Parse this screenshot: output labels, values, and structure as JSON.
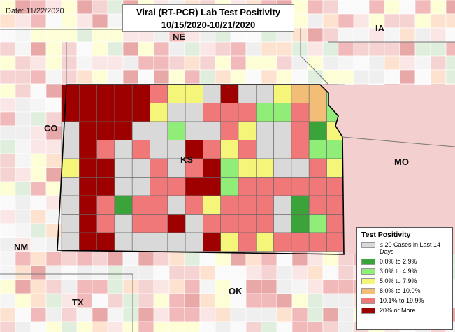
{
  "header": {
    "date": "Date: 11/22/2020",
    "title_line1": "Viral (RT-PCR) Lab Test Positivity",
    "title_line2": "10/15/2020-10/21/2020"
  },
  "state_labels": [
    {
      "id": "ne",
      "text": "NE"
    },
    {
      "id": "ia",
      "text": "IA"
    },
    {
      "id": "co",
      "text": "CO"
    },
    {
      "id": "ks",
      "text": "KS"
    },
    {
      "id": "mo",
      "text": "MO"
    },
    {
      "id": "nm",
      "text": "NM"
    },
    {
      "id": "ok",
      "text": "OK"
    },
    {
      "id": "tx",
      "text": "TX"
    }
  ],
  "legend": {
    "title": "Test Positivity",
    "items": [
      {
        "label": "≤ 20 Cases in Last 14 Days",
        "color": "#d9d9d9"
      },
      {
        "label": "0.0% to 2.9%",
        "color": "#3aa33a"
      },
      {
        "label": "3.0% to 4.9%",
        "color": "#90ee78"
      },
      {
        "label": "5.0% to 7.9%",
        "color": "#f5f57a"
      },
      {
        "label": "8.0% to 10.0%",
        "color": "#f2bd76"
      },
      {
        "label": "10.1% to 19.9%",
        "color": "#f07878"
      },
      {
        "label": "20% or More",
        "color": "#9e0000"
      }
    ]
  }
}
